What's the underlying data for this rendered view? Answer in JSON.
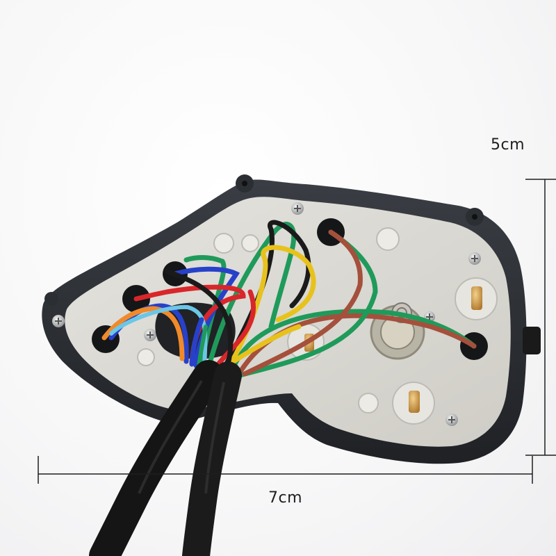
{
  "photo": {
    "subject": "motorcycle-instrument-cluster-rear"
  },
  "dimensions": {
    "height_label": "5cm",
    "width_label": "7cm"
  },
  "colors": {
    "background": "#f6f6f7",
    "housing": "#2b2e33",
    "backplate": "#d9d8d3",
    "cable": "#151515",
    "wire_green": "#1f9a5a",
    "wire_blue": "#2741c9",
    "wire_red": "#d8262b",
    "wire_yellow": "#e8c21c",
    "wire_orange": "#f08a2a",
    "wire_brown": "#a4503c",
    "wire_black": "#1a1a1a",
    "wire_lightblue": "#6cc6e6"
  }
}
